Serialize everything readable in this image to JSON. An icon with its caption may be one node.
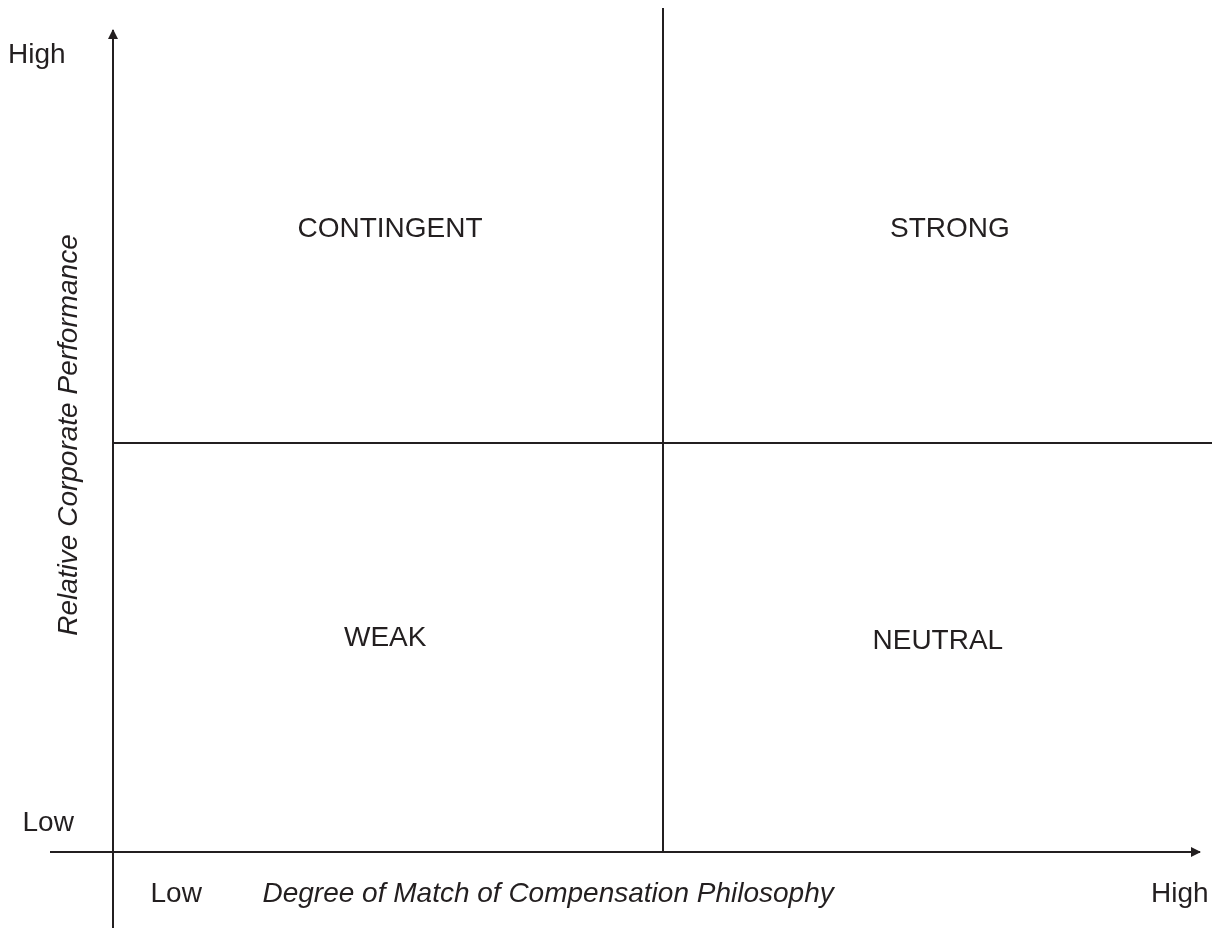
{
  "diagram": {
    "labels": [
      "High",
      "Relative Corporate Performance",
      "CONTINGENT",
      "STRONG",
      "WEAK",
      "NEUTRAL",
      "Low",
      "Low",
      "Degree of Match of Compensation Philosophy",
      "High"
    ]
  }
}
